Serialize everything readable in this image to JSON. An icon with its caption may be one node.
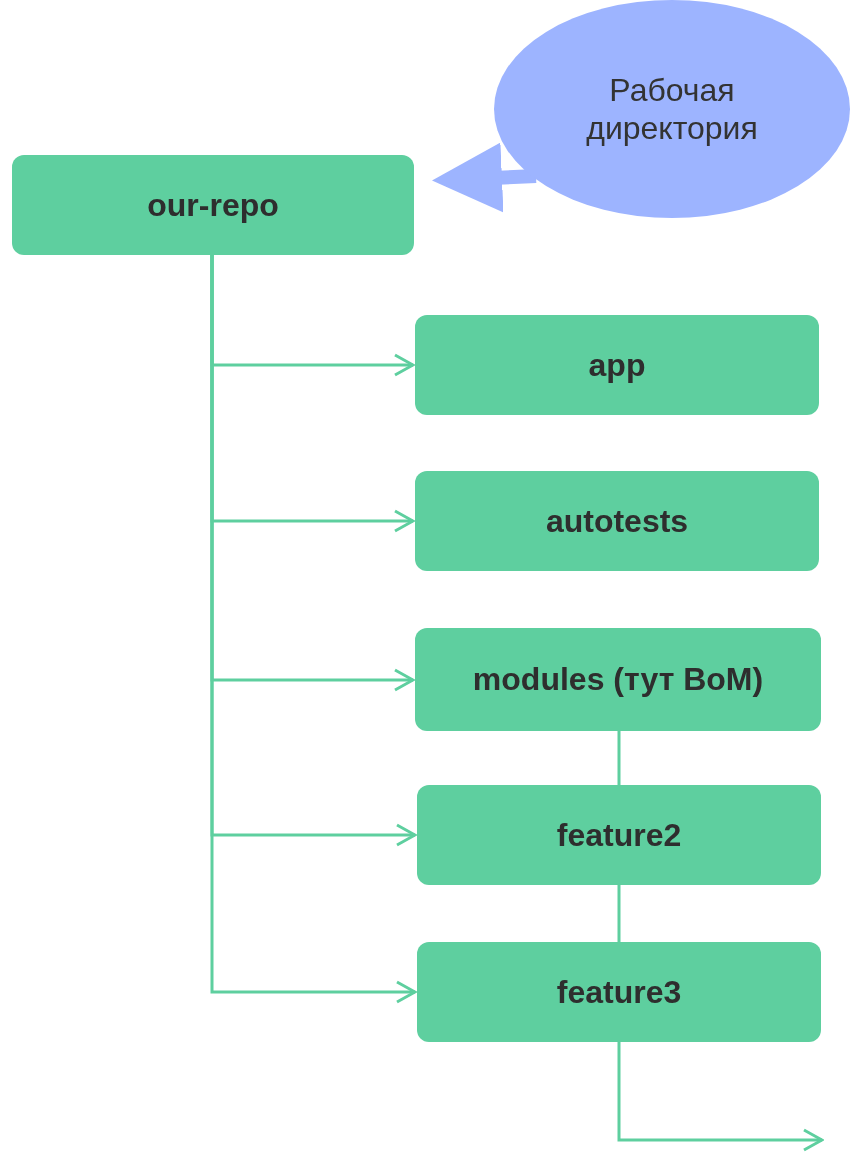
{
  "diagram": {
    "nodes": [
      {
        "text": [
          "Рабочая директория"
        ]
      },
      {
        "text": [
          "our-repo"
        ]
      },
      {
        "text": [
          "app"
        ]
      },
      {
        "text": [
          "autotests"
        ]
      },
      {
        "text": [
          "modules (тут BoM)"
        ]
      },
      {
        "text": [
          "feature2"
        ]
      },
      {
        "text": [
          "feature3"
        ]
      }
    ],
    "edges": [
      {
        "from": 0,
        "to": 1,
        "arrow": "to",
        "style": "thick",
        "color": "#9db4ff"
      },
      {
        "from": 1,
        "to": 2,
        "arrow": "to"
      },
      {
        "from": 1,
        "to": 3,
        "arrow": "to"
      },
      {
        "from": 1,
        "to": 4,
        "arrow": "to"
      },
      {
        "from": 1,
        "to": 5,
        "arrow": "to"
      },
      {
        "from": 1,
        "to": 6,
        "arrow": "to"
      },
      {
        "from": 4,
        "to": null,
        "arrow": "to"
      }
    ]
  }
}
